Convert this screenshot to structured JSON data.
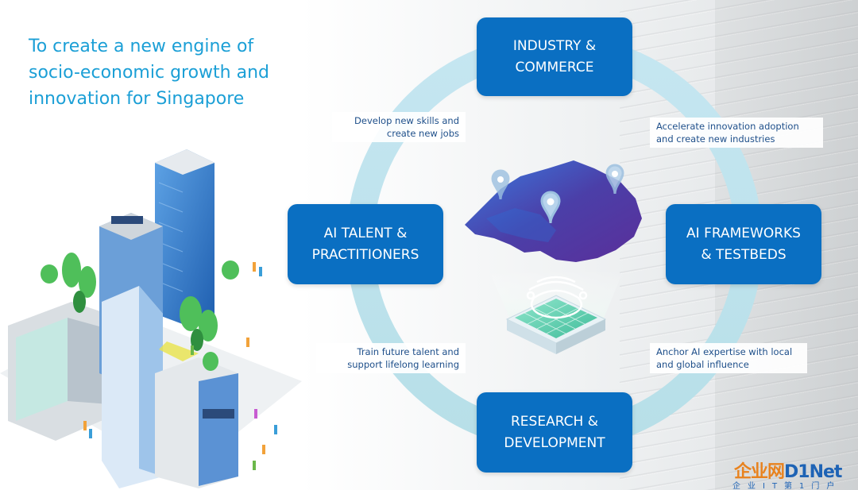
{
  "headline": {
    "line1": "To create a new engine of",
    "line2": "socio-economic growth and",
    "line3": "innovation for Singapore"
  },
  "pillars": {
    "top": {
      "line1": "INDUSTRY &",
      "line2": "COMMERCE"
    },
    "left": {
      "line1": "AI TALENT &",
      "line2": "PRACTITIONERS"
    },
    "right": {
      "line1": "AI FRAMEWORKS",
      "line2": "& TESTBEDS"
    },
    "bottom": {
      "line1": "RESEARCH &",
      "line2": "DEVELOPMENT"
    }
  },
  "notes": {
    "top_left": {
      "line1": "Develop new skills and",
      "line2": "create new jobs"
    },
    "top_right": {
      "line1": "Accelerate innovation adoption",
      "line2": "and create new industries"
    },
    "bottom_left": {
      "line1": "Train future talent and",
      "line2": "support lifelong learning"
    },
    "bottom_right": {
      "line1": "Anchor AI expertise with local",
      "line2": "and global influence"
    }
  },
  "watermark": {
    "brand_cn": "企业网",
    "brand_en": "D1Net",
    "tagline": "企业IT第1门户"
  },
  "colors": {
    "pillar_blue": "#0a6fc2",
    "ring": "#bfe3ef",
    "headline": "#1b9fd6",
    "note_text": "#1e4f8a",
    "map_purple": "#4b3fa8",
    "map_blue": "#2a6fd6",
    "chip_green": "#3fcf9a"
  },
  "icons": [
    "city-illustration",
    "singapore-map",
    "map-pin-icon",
    "ai-chip-icon"
  ]
}
